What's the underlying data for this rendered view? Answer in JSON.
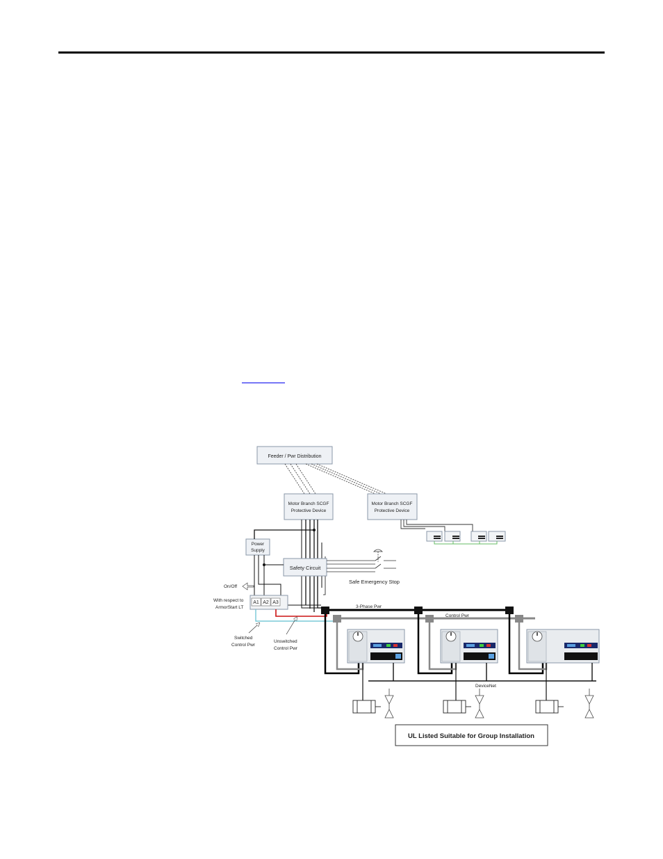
{
  "page": {
    "xref_link_text": ""
  },
  "diagram": {
    "feeder_label": "Feeder / Pwr Distribution",
    "branch1_label_line1": "Motor Branch SCGF",
    "branch1_label_line2": "Protective Device",
    "branch2_label_line1": "Motor Branch SCGF",
    "branch2_label_line2": "Protective Device",
    "power_supply_line1": "Power",
    "power_supply_line2": "Supply",
    "safety_circuit_label": "Safety Circuit",
    "estop_label": "Safe Emergency Stop",
    "onoff_label": "On/Off",
    "respect_line1": "With respect to",
    "respect_line2": "ArmorStart LT",
    "terminal_a1": "A1",
    "terminal_a2": "A2",
    "terminal_a3": "A3",
    "switched_line1": "Switched",
    "switched_line2": "Control Pwr",
    "unswitched_line1": "Unswitched",
    "unswitched_line2": "Control Pwr",
    "three_phase_label": "3-Phase Pwr",
    "control_pwr_label": "Control Pwr",
    "devicenet_label": "DeviceNet",
    "ul_label": "UL Listed Suitable for Group Installation",
    "colors": {
      "power_line": "#000000",
      "control_line": "#888888",
      "switched_line": "#5fbfcf",
      "unswitched_line": "#cc1111",
      "green_bus": "#66bb66",
      "box_fill": "#eef1f5",
      "box_stroke": "#8a97a8"
    }
  }
}
